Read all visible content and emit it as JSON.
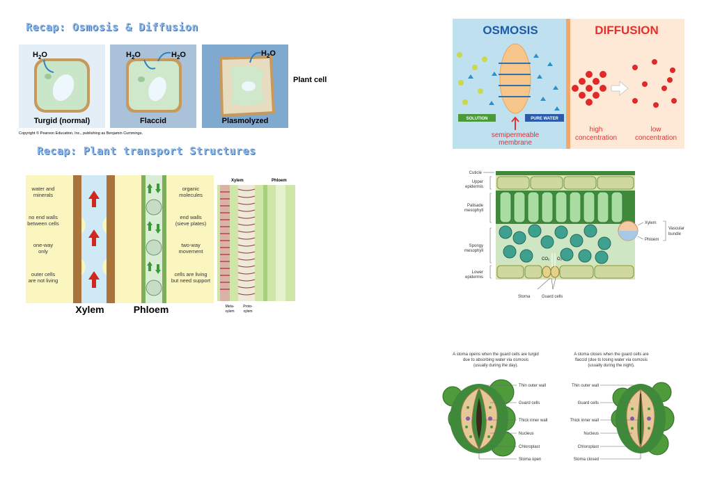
{
  "titles": {
    "osmosis_diffusion": "Recap: Osmosis & Diffusion",
    "transport": "Recap: Plant transport Structures"
  },
  "cells": {
    "h2o": "H",
    "h2o_sub": "2",
    "h2o_o": "O",
    "turgid": "Turgid (normal)",
    "flaccid": "Flaccid",
    "plasmolyzed": "Plasmolyzed",
    "plant_cell": "Plant cell",
    "copyright": "Copyright © Pearson Education, Inc., publishing as Benjamin Cummings."
  },
  "osmosis": {
    "title": "OSMOSIS",
    "diffusion": "DIFFUSION",
    "solution": "SOLUTION",
    "pure_water": "PURE WATER",
    "membrane1": "semipermeable",
    "membrane2": "membrane",
    "high1": "high",
    "high2": "concentration",
    "low1": "low",
    "low2": "concentration"
  },
  "transport": {
    "xylem_notes": [
      "water and",
      "minerals",
      "no end walls",
      "between cells",
      "one-way",
      "only",
      "outer cells",
      "are not living"
    ],
    "phloem_notes": [
      "organic",
      "molecules",
      "end walls",
      "(sieve plates)",
      "two-way",
      "movement",
      "cells are living",
      "but need support"
    ],
    "xylem": "Xylem",
    "phloem": "Phloem",
    "micro_xylem": "Xylem",
    "micro_phloem": "Phloem",
    "meta1": "Meta-",
    "meta2": "xylem",
    "proto1": "Proto-",
    "proto2": "xylem"
  },
  "leaf": {
    "cuticle": "Cuticle",
    "upper1": "Upper",
    "upper2": "epidermis",
    "palisade1": "Palisade",
    "palisade2": "mesophyll",
    "spongy1": "Spongy",
    "spongy2": "mesophyll",
    "lower1": "Lower",
    "lower2": "epidermis",
    "co2": "CO₂",
    "o2": "O₂",
    "stoma": "Stoma",
    "guard": "Guard cells",
    "xylem": "Xylem",
    "phloem": "Phloem",
    "vascular1": "Vascular",
    "vascular2": "bundle"
  },
  "stoma": {
    "open_cap": [
      "A stoma opens when the guard cells are turgid",
      "due to absorbing water via osmosis",
      "(usually during the day)."
    ],
    "closed_cap": [
      "A stoma closes when the guard cells are",
      "flaccid (due to losing water via osmosis",
      "(usually during the night)."
    ],
    "labels": [
      "Thin outer wall",
      "Guard cells",
      "Thick inner wall",
      "Nucleus",
      "Chloroplast"
    ],
    "open": "Stoma open",
    "closed": "Stoma closed"
  }
}
